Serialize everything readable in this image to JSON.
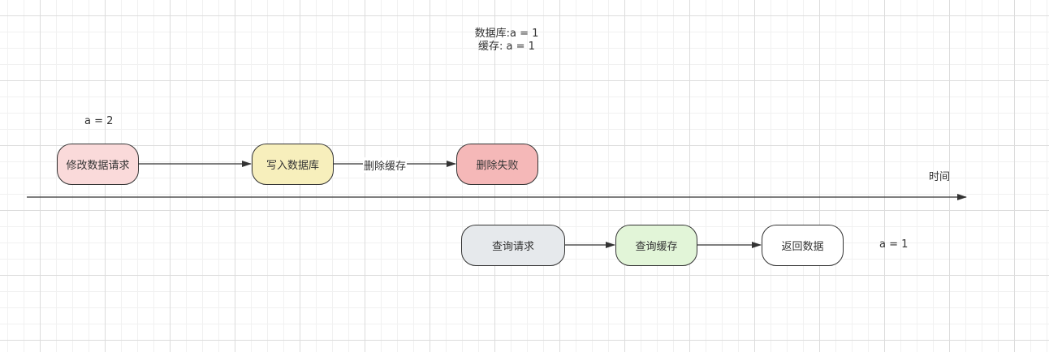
{
  "state_note": {
    "db_line": "数据库:a = 1",
    "cache_line": "缓存: a = 1"
  },
  "writer_value": "a = 2",
  "reader_value": "a = 1",
  "time_axis_label": "时间",
  "write_flow": {
    "update_request": "修改数据请求",
    "write_db": "写入数据库",
    "delete_cache_edge": "删除缓存",
    "delete_failed": "删除失败"
  },
  "read_flow": {
    "query_request": "查询请求",
    "query_cache": "查询缓存",
    "return_data": "返回数据"
  },
  "colors": {
    "update_request_fill": "#fadada",
    "write_db_fill": "#f7efbc",
    "delete_failed_fill": "#f5b8b8",
    "query_request_fill": "#e6e9ec",
    "query_cache_fill": "#e2f5d8",
    "return_data_fill": "#ffffff",
    "stroke": "#333333"
  }
}
